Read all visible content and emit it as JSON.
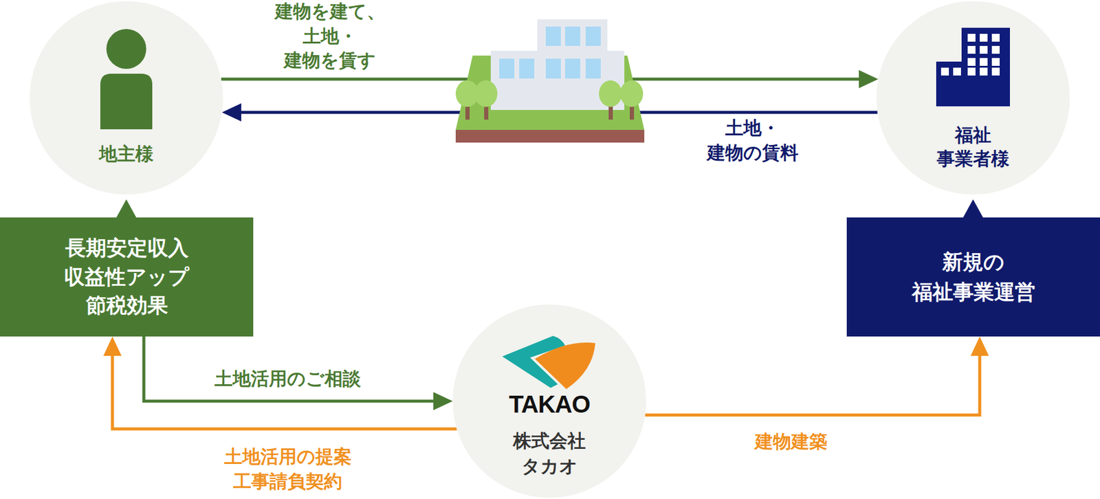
{
  "diagram": {
    "nodes": [
      {
        "text": [
          "地主様"
        ]
      },
      {
        "text": [
          "福祉 事業者様"
        ]
      },
      {
        "text": [
          "長期安定収入",
          "収益性アップ",
          "節税効果"
        ]
      },
      {
        "text": [
          "新規の 福祉事業運営"
        ]
      },
      {
        "text": [
          "TAKAO",
          "株式会社 タカオ"
        ]
      }
    ],
    "edges": [
      {
        "from": 0,
        "to": 1,
        "arrow": "to",
        "label": "建物を建て、 土地・建物を賃す"
      },
      {
        "from": 1,
        "to": 0,
        "arrow": "to",
        "label": "土地・建物の賃料"
      },
      {
        "from": 2,
        "to": 0,
        "arrow": "to"
      },
      {
        "from": 3,
        "to": 1,
        "arrow": "to"
      },
      {
        "from": 2,
        "to": 4,
        "arrow": "to",
        "label": "土地活用のご相談"
      },
      {
        "from": 4,
        "to": 2,
        "arrow": "to",
        "label": "土地活用の提案 工事請負契約"
      },
      {
        "from": 4,
        "to": 3,
        "arrow": "to",
        "label": "建物建築"
      }
    ]
  }
}
